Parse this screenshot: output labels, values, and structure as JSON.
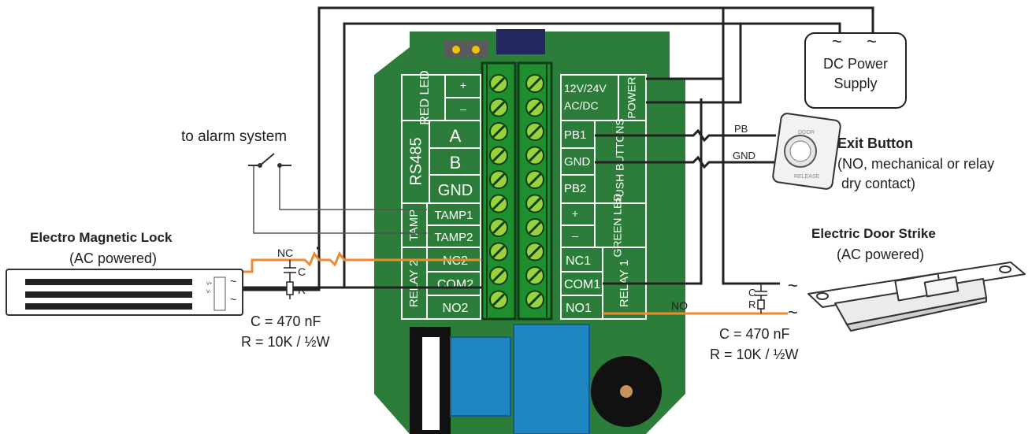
{
  "colors": {
    "pcb": "#2d7d3a",
    "terminal": "#1e8e2e",
    "wire": "#222222",
    "nc_no_wire": "#f08a2b",
    "relay_blue": "#1f86c4",
    "connector_navy": "#22275e",
    "buzzer": "#111111"
  },
  "labels": {
    "alarm": "to alarm system",
    "mag_lock_title": "Electro Magnetic Lock",
    "mag_lock_sub": "(AC powered)",
    "left_cap": "C = 470 nF",
    "left_res": "R = 10K / ½W",
    "left_nc": "NC",
    "left_c": "C",
    "left_r": "R",
    "power_tilde": "~",
    "power_line1": "DC Power",
    "power_line2": "Supply",
    "exit_title": "Exit Button",
    "exit_line1": "(NO, mechanical or relay",
    "exit_line2": "dry contact)",
    "exit_door": "DOOR",
    "exit_release": "RELEASE",
    "pb_wire": "PB",
    "gnd_wire": "GND",
    "strike_title": "Electric Door Strike",
    "strike_sub": "(AC powered)",
    "right_cap": "C = 470 nF",
    "right_res": "R = 10K / ½W",
    "right_c": "C",
    "right_r": "R",
    "no_wire": "NO",
    "lock_v1": "V+",
    "lock_v2": "V-"
  },
  "pcb_left": {
    "red_led": "RED LED",
    "plus": "+",
    "minus": "–",
    "rs485": "RS485",
    "a": "A",
    "b": "B",
    "gnd": "GND",
    "tamp": "TAMP",
    "tamp1": "TAMP1",
    "tamp2": "TAMP2",
    "relay2": "RELAY 2",
    "nc2": "NC2",
    "com2": "COM2",
    "no2": "NO2"
  },
  "pcb_right": {
    "v_line1": "12V/24V",
    "v_line2": "AC/DC",
    "power": "POWER",
    "pb1": "PB1",
    "gnd": "GND",
    "pb2": "PB2",
    "push_buttons": "PUSH BUTTONS",
    "plus": "+",
    "minus": "–",
    "green_led": "GREEN LED",
    "nc1": "NC1",
    "com1": "COM1",
    "no1": "NO1",
    "relay1": "RELAY 1"
  }
}
